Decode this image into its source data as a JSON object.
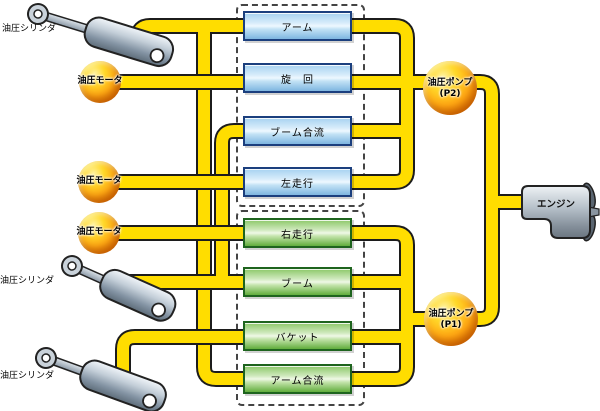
{
  "diagram": {
    "title_domain": "hydraulic-circuit-diagram",
    "cylinders": [
      {
        "label": "油圧シリンダ"
      },
      {
        "label": "油圧シリンダ"
      },
      {
        "label": "油圧シリンダ"
      }
    ],
    "motors": [
      {
        "label": "油圧モータ"
      },
      {
        "label": "油圧モータ"
      },
      {
        "label": "油圧モータ"
      }
    ],
    "valves": [
      {
        "label": "アーム",
        "group": "P2"
      },
      {
        "label": "旋　回",
        "group": "P2"
      },
      {
        "label": "ブーム合流",
        "group": "P2"
      },
      {
        "label": "左走行",
        "group": "P2"
      },
      {
        "label": "右走行",
        "group": "P1"
      },
      {
        "label": "ブーム",
        "group": "P1"
      },
      {
        "label": "バケット",
        "group": "P1"
      },
      {
        "label": "アーム合流",
        "group": "P1"
      }
    ],
    "pumps": [
      {
        "name": "油圧ポンプ",
        "unit": "(P2)"
      },
      {
        "name": "油圧ポンプ",
        "unit": "(P1)"
      }
    ],
    "engine_label": "エンジン",
    "colors": {
      "pipe_fill": "#ffdd00",
      "pipe_border": "#1c1c1c",
      "valve_blue_border": "#1b3f7e",
      "valve_green_border": "#1e641e",
      "pump_orange": "#ffa813",
      "metal_gray": "#8494a4"
    }
  }
}
